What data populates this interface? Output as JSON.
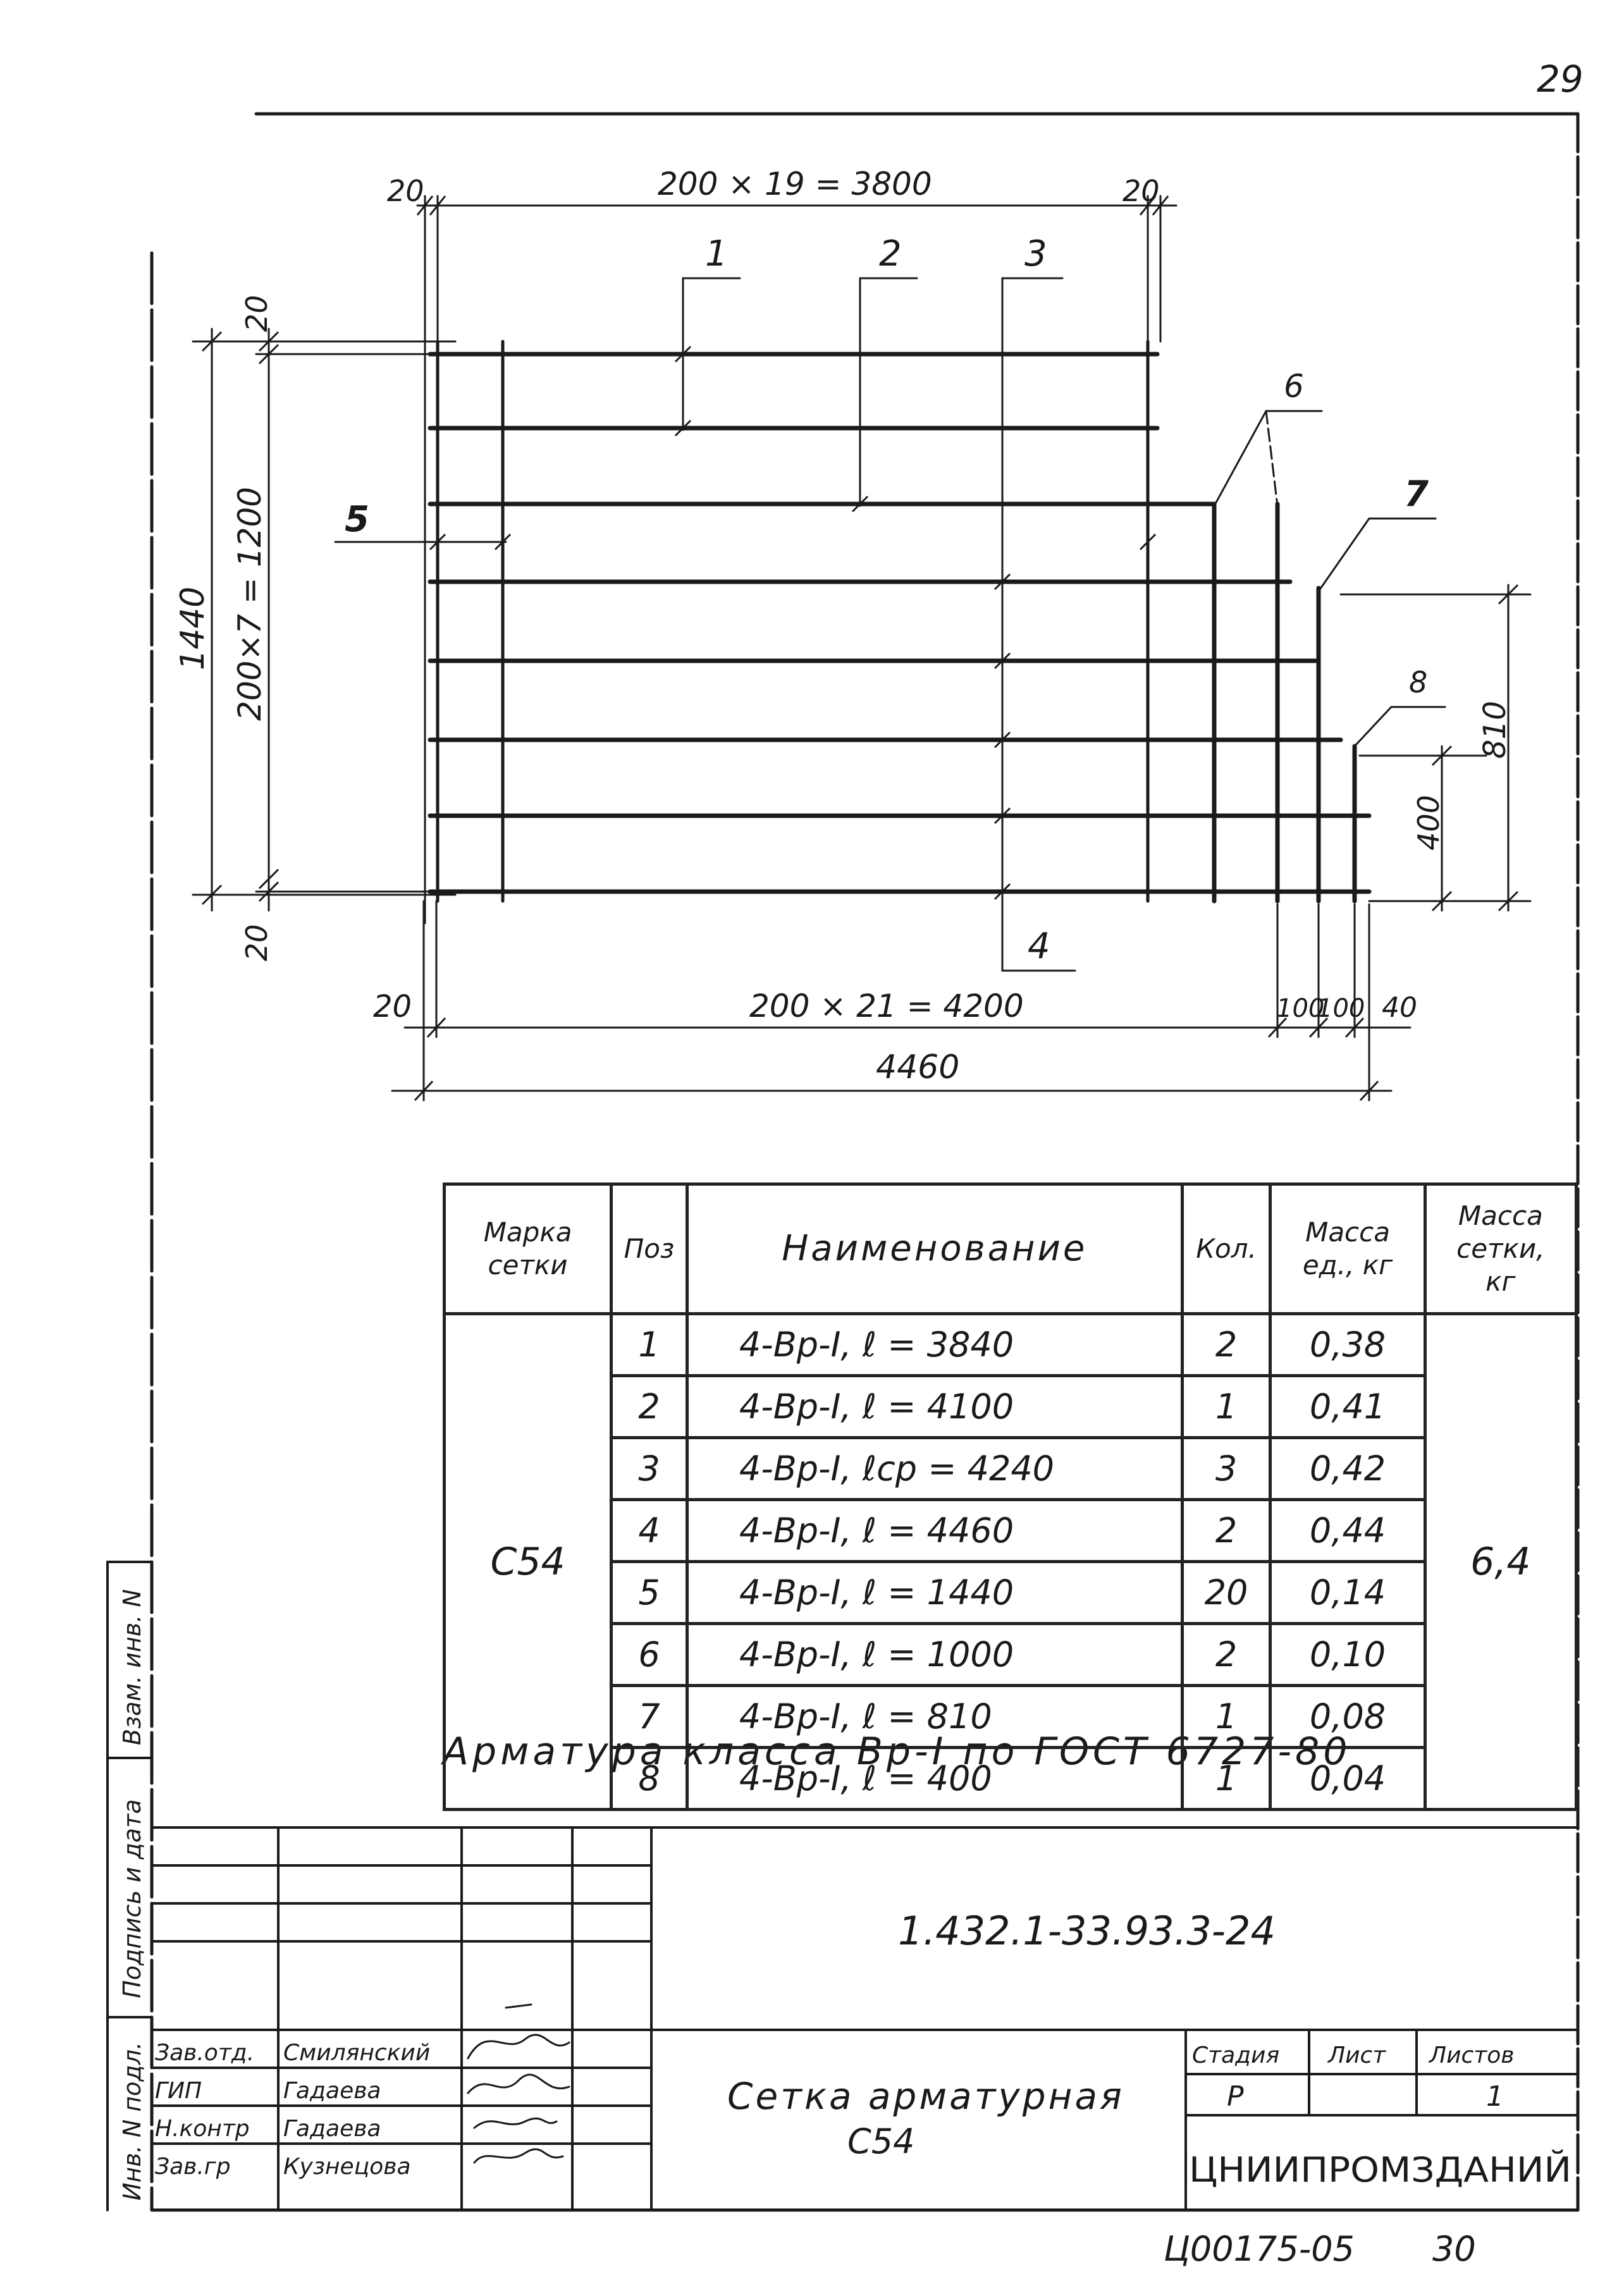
{
  "page_number": "29",
  "dimensions": {
    "top_left": "20",
    "top_span": "200 × 19 = 3800",
    "top_right": "20",
    "left_outer": "1440",
    "left_inner": "200×7 = 1200",
    "left_top": "20",
    "left_bottom": "20",
    "bottom_left": "20",
    "bottom_span": "200 × 21 = 4200",
    "bottom_100a": "100",
    "bottom_100b": "100",
    "bottom_40": "40",
    "overall": "4460",
    "right_810": "810",
    "right_400": "400"
  },
  "position_labels": [
    "1",
    "2",
    "3",
    "4",
    "5",
    "6",
    "7",
    "8"
  ],
  "table": {
    "headers": {
      "mark": [
        "Марка",
        "сетки"
      ],
      "pos": "Поз",
      "name": "Наименование",
      "qty": "Кол.",
      "unit_mass": [
        "Масса",
        "ед., кг"
      ],
      "mesh_mass": [
        "Масса",
        "сетки,",
        "кг"
      ]
    },
    "mark": "С54",
    "mesh_mass": "6,4",
    "rows": [
      {
        "pos": "1",
        "name": "4-Вр-I, ℓ = 3840",
        "qty": "2",
        "mass": "0,38"
      },
      {
        "pos": "2",
        "name": "4-Вр-I, ℓ = 4100",
        "qty": "1",
        "mass": "0,41"
      },
      {
        "pos": "3",
        "name": "4-Вр-I, ℓср = 4240",
        "qty": "3",
        "mass": "0,42"
      },
      {
        "pos": "4",
        "name": "4-Вр-I, ℓ = 4460",
        "qty": "2",
        "mass": "0,44"
      },
      {
        "pos": "5",
        "name": "4-Вр-I, ℓ = 1440",
        "qty": "20",
        "mass": "0,14"
      },
      {
        "pos": "6",
        "name": "4-Вр-I, ℓ = 1000",
        "qty": "2",
        "mass": "0,10"
      },
      {
        "pos": "7",
        "name": "4-Вр-I, ℓ = 810",
        "qty": "1",
        "mass": "0,08"
      },
      {
        "pos": "8",
        "name": "4-Вр-I, ℓ = 400",
        "qty": "1",
        "mass": "0,04"
      }
    ]
  },
  "note": "Арматура класса Вр-I по ГОСТ 6727-80",
  "side_labels": [
    "Инв. N подл.",
    "Подпись и дата",
    "Взам. инв. N"
  ],
  "title_block": {
    "doc_code": "1.432.1-33.93.3-24",
    "title_line1": "Сетка арматурная",
    "title_line2": "С54",
    "signers": [
      {
        "role": "Зав.отд.",
        "name": "Смилянский"
      },
      {
        "role": "ГИП",
        "name": "Гадаева"
      },
      {
        "role": "Н.контр",
        "name": "Гадаева"
      },
      {
        "role": "Зав.гр",
        "name": "Кузнецова"
      }
    ],
    "stage_label": "Стадия",
    "sheet_label": "Лист",
    "sheets_label": "Листов",
    "stage": "Р",
    "sheets": "1",
    "organization": "ЦНИИПРОМЗДАНИЙ"
  },
  "archive_code": "Ц00175-05",
  "archive_page": "30"
}
